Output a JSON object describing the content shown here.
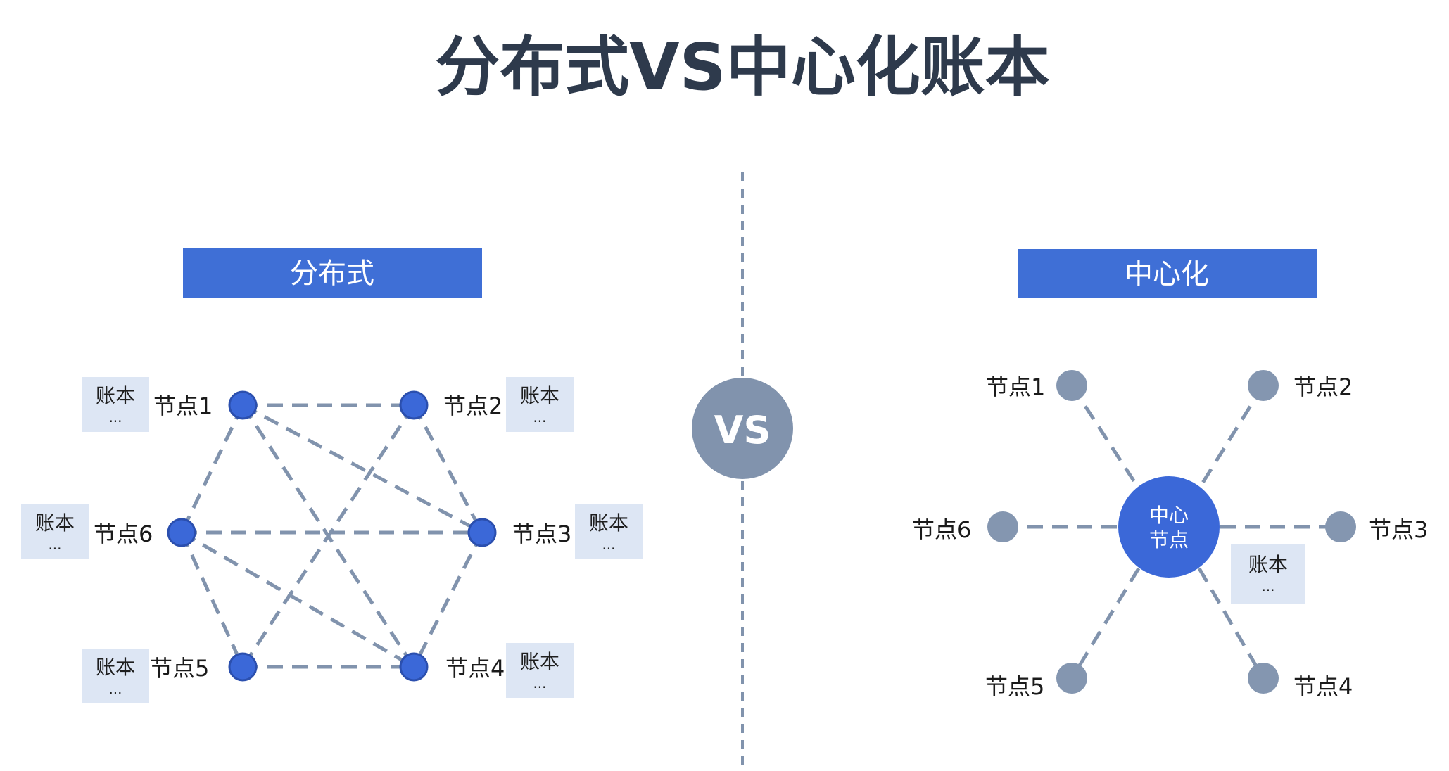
{
  "title": "分布式VS中心化账本",
  "vs": "VS",
  "distributed": {
    "header": "分布式",
    "nodes": [
      {
        "label": "节点1",
        "ledger": {
          "line1": "账本",
          "line2": "..."
        }
      },
      {
        "label": "节点2",
        "ledger": {
          "line1": "账本",
          "line2": "..."
        }
      },
      {
        "label": "节点3",
        "ledger": {
          "line1": "账本",
          "line2": "..."
        }
      },
      {
        "label": "节点4",
        "ledger": {
          "line1": "账本",
          "line2": "..."
        }
      },
      {
        "label": "节点5",
        "ledger": {
          "line1": "账本",
          "line2": "..."
        }
      },
      {
        "label": "节点6",
        "ledger": {
          "line1": "账本",
          "line2": "..."
        }
      }
    ]
  },
  "centralized": {
    "header": "中心化",
    "center": {
      "line1": "中心",
      "line2": "节点"
    },
    "ledger": {
      "line1": "账本",
      "line2": "..."
    },
    "nodes": [
      {
        "label": "节点1"
      },
      {
        "label": "节点2"
      },
      {
        "label": "节点3"
      },
      {
        "label": "节点4"
      },
      {
        "label": "节点5"
      },
      {
        "label": "节点6"
      }
    ]
  },
  "colors": {
    "accent": "#3b68d8",
    "header_bg": "#3f6fd6",
    "edge": "#8193ad",
    "ledger_bg": "#dde6f4",
    "title": "#2e3a4c"
  }
}
